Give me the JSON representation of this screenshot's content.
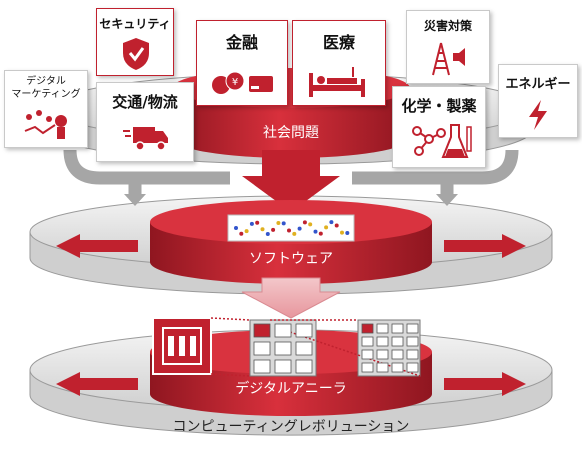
{
  "layers": {
    "top": "社会問題",
    "middle": "ソフトウェア",
    "bottom": "デジタルアニーラ",
    "base": "コンピューティングレボリューション"
  },
  "domains": [
    {
      "key": "marketing",
      "label": "デジタル\nマーケティング",
      "icon": "marketing-icon"
    },
    {
      "key": "security",
      "label": "セキュリティ",
      "icon": "shield-icon"
    },
    {
      "key": "logistics",
      "label": "交通/物流",
      "icon": "truck-icon"
    },
    {
      "key": "finance",
      "label": "金融",
      "icon": "coins-card-icon"
    },
    {
      "key": "medical",
      "label": "医療",
      "icon": "hospital-bed-icon"
    },
    {
      "key": "disaster",
      "label": "災害対策",
      "icon": "tower-speaker-icon"
    },
    {
      "key": "chemistry",
      "label": "化学・製薬",
      "icon": "molecule-flask-icon"
    },
    {
      "key": "energy",
      "label": "エネルギー",
      "icon": "lightning-icon"
    }
  ],
  "colors": {
    "accent": "#c0212e",
    "accent_dark": "#8f1620",
    "disc_gray": "#e2e2e2",
    "arrow_gray": "#a6a6a6"
  }
}
